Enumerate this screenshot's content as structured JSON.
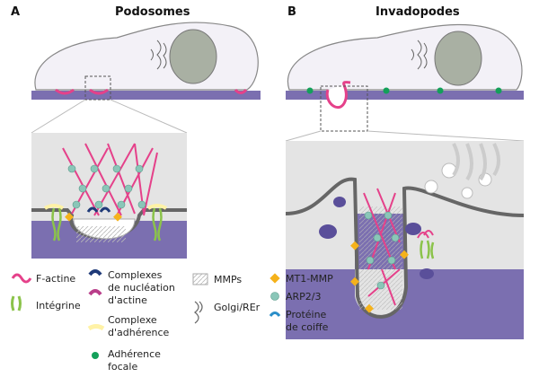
{
  "panels": {
    "a": {
      "letter": "A",
      "title": "Podosomes"
    },
    "b": {
      "letter": "B",
      "title": "Invadopodes"
    }
  },
  "legend": {
    "f_actine": "F-actine",
    "integrine": "Intégrine",
    "complexes_line1": "Complexes",
    "complexes_line2": "de nucléation",
    "complexes_line3": "d'actine",
    "adherence_line1": "Complexe",
    "adherence_line2": "d'adhérence",
    "focale_line1": "Adhérence",
    "focale_line2": "focale",
    "mmps": "MMPs",
    "golgi": "Golgi/REr",
    "mt1": "MT1-MMP",
    "arp": "ARP2/3",
    "coiffe_line1": "Protéine",
    "coiffe_line2": "de coiffe"
  },
  "colors": {
    "membrane_purple": "#7b6fb0",
    "cell_fill": "#f3f1f7",
    "gray_bg": "#e4e4e4",
    "factin_pink": "#e5418a",
    "integrin_green": "#8bc34a",
    "nucleation_blue": "#1f3a78",
    "adhesion_yellow": "#fff2a6",
    "focal_green": "#13a05a",
    "mt1_orange": "#f5b21b",
    "arp_teal": "#8ac6b8",
    "capping_blue": "#2a8ec9"
  }
}
